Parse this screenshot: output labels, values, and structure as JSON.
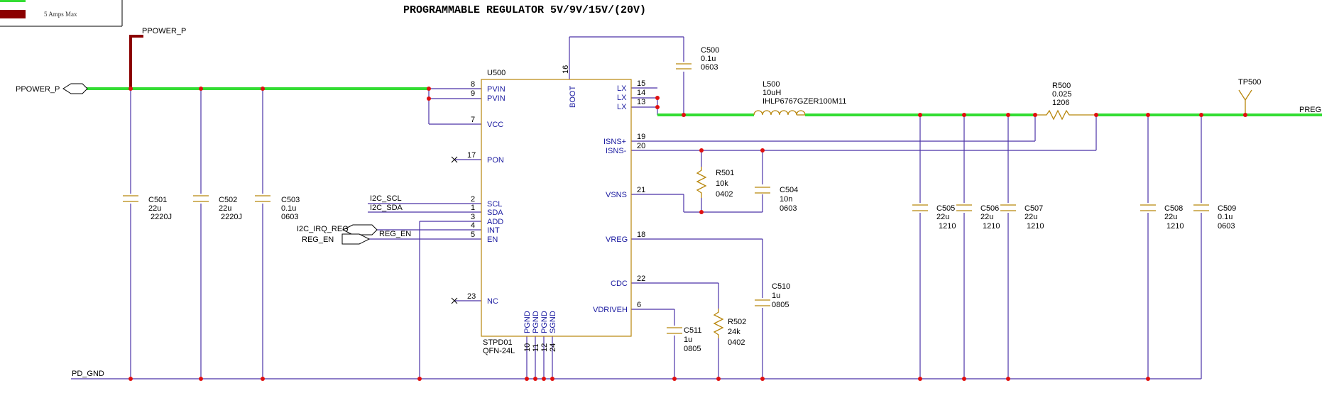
{
  "title": "PROGRAMMABLE REGULATOR 5V/9V/15V/(20V)",
  "legend": {
    "text": "5 Amps Max",
    "green": "#33dd33",
    "dark_red": "#8b0000"
  },
  "colors": {
    "wire": "#4b32a8",
    "power_net": "#33dd33",
    "component": "#b8860b",
    "pin_text": "#1a1aa0",
    "junction": "#e01010"
  },
  "nets": {
    "ppower_in": "PPOWER_P",
    "ppower_up": "PPOWER_P",
    "gnd": "PD_GND",
    "preg": "PREG",
    "tp": "TP500",
    "i2c_scl": "I2C_SCL",
    "i2c_sda": "I2C_SDA",
    "i2c_irq": "I2C_IRQ_REG",
    "reg_en_port": "REG_EN",
    "reg_en_wire": "REG_EN"
  },
  "ic": {
    "ref": "U500",
    "part": "STPD01",
    "package": "QFN-24L",
    "pins_left": [
      {
        "num": "8",
        "name": "PVIN"
      },
      {
        "num": "9",
        "name": "PVIN"
      },
      {
        "num": "7",
        "name": "VCC"
      },
      {
        "num": "17",
        "name": "PON"
      },
      {
        "num": "2",
        "name": "SCL"
      },
      {
        "num": "1",
        "name": "SDA"
      },
      {
        "num": "3",
        "name": "ADD"
      },
      {
        "num": "4",
        "name": "INT"
      },
      {
        "num": "5",
        "name": "EN"
      },
      {
        "num": "23",
        "name": "NC"
      }
    ],
    "pins_right": [
      {
        "num": "15",
        "name": "LX"
      },
      {
        "num": "14",
        "name": "LX"
      },
      {
        "num": "13",
        "name": "LX"
      },
      {
        "num": "19",
        "name": "ISNS+"
      },
      {
        "num": "20",
        "name": "ISNS-"
      },
      {
        "num": "21",
        "name": "VSNS"
      },
      {
        "num": "18",
        "name": "VREG"
      },
      {
        "num": "22",
        "name": "CDC"
      },
      {
        "num": "6",
        "name": "VDRIVEH"
      }
    ],
    "pin_top": {
      "num": "16",
      "name": "BOOT"
    },
    "pins_bottom": [
      {
        "num": "10",
        "name": "PGND"
      },
      {
        "num": "11",
        "name": "PGND"
      },
      {
        "num": "12",
        "name": "PGND"
      },
      {
        "num": "24",
        "name": "SGND"
      }
    ]
  },
  "components": {
    "C500": {
      "ref": "C500",
      "value": "0.1u",
      "pkg": "0603"
    },
    "L500": {
      "ref": "L500",
      "value": "10uH",
      "pkg": "IHLP6767GZER100M11"
    },
    "R500": {
      "ref": "R500",
      "value": "0.025",
      "pkg": "1206"
    },
    "C501": {
      "ref": "C501",
      "value": "22u",
      "pkg": "2220J"
    },
    "C502": {
      "ref": "C502",
      "value": "22u",
      "pkg": "2220J"
    },
    "C503": {
      "ref": "C503",
      "value": "0.1u",
      "pkg": "0603"
    },
    "R501": {
      "ref": "R501",
      "value": "10k",
      "pkg": "0402"
    },
    "C504": {
      "ref": "C504",
      "value": "10n",
      "pkg": "0603"
    },
    "C505": {
      "ref": "C505",
      "value": "22u",
      "pkg": "1210"
    },
    "C506": {
      "ref": "C506",
      "value": "22u",
      "pkg": "1210"
    },
    "C507": {
      "ref": "C507",
      "value": "22u",
      "pkg": "1210"
    },
    "C508": {
      "ref": "C508",
      "value": "22u",
      "pkg": "1210"
    },
    "C509": {
      "ref": "C509",
      "value": "0.1u",
      "pkg": "0603"
    },
    "C510": {
      "ref": "C510",
      "value": "1u",
      "pkg": "0805"
    },
    "R502": {
      "ref": "R502",
      "value": "24k",
      "pkg": "0402"
    },
    "C511": {
      "ref": "C511",
      "value": "1u",
      "pkg": "0805"
    }
  }
}
